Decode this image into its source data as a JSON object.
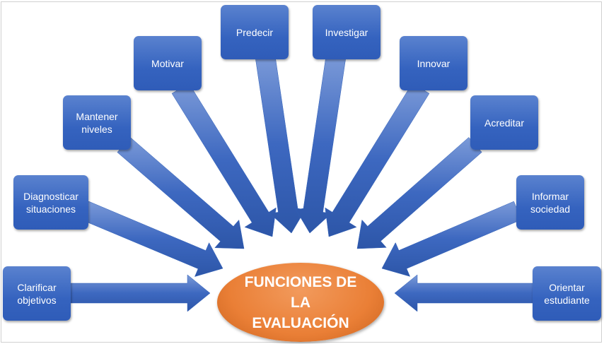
{
  "center": {
    "label": "FUNCIONES DE\nLA\nEVALUACIÓN"
  },
  "functions": [
    {
      "label": "Clarificar\nobjetivos"
    },
    {
      "label": "Diagnosticar\nsituaciones"
    },
    {
      "label": "Mantener\nniveles"
    },
    {
      "label": "Motivar"
    },
    {
      "label": "Predecir"
    },
    {
      "label": "Investigar"
    },
    {
      "label": "Innovar"
    },
    {
      "label": "Acreditar"
    },
    {
      "label": "Informar\nsociedad"
    },
    {
      "label": "Orientar\nestudiante"
    }
  ],
  "colors": {
    "box": "#3563bf",
    "arrow": "#3d68c0",
    "center": "#ea7f36"
  }
}
